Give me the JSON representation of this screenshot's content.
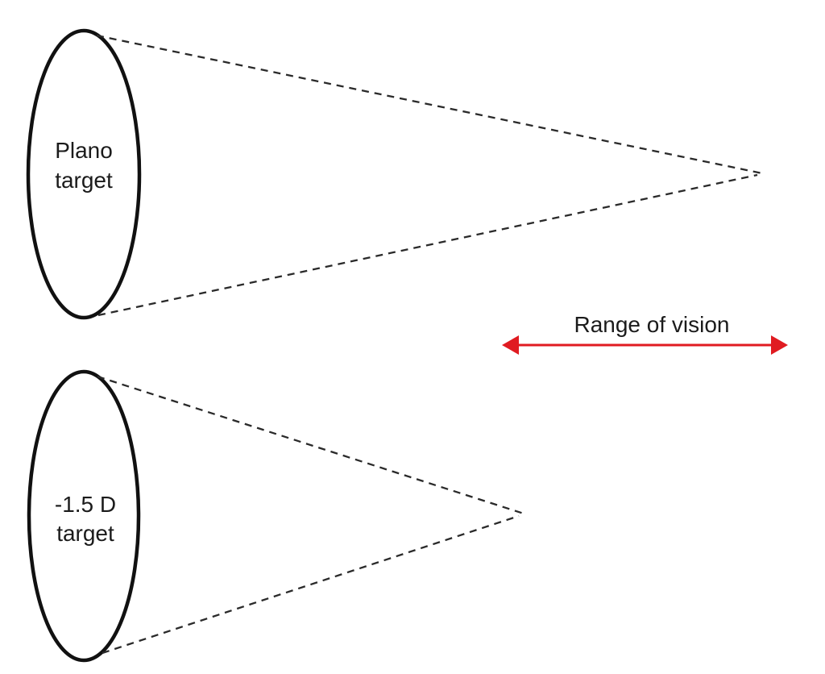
{
  "diagram": {
    "top_target": {
      "label_line1": "Plano",
      "label_line2": "target"
    },
    "bottom_target": {
      "label_line1": "-1.5 D",
      "label_line2": "target"
    },
    "range_arrow": {
      "label": "Range of vision"
    },
    "colors": {
      "arrow_red": "#e01b21",
      "line_black": "#1b1b1b",
      "background": "#ffffff"
    }
  }
}
